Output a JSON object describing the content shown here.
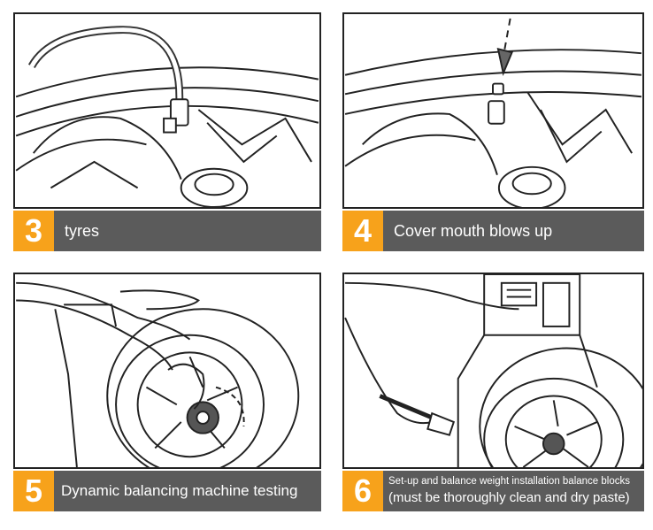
{
  "steps": [
    {
      "number": "3",
      "caption": "tyres"
    },
    {
      "number": "4",
      "caption": "Cover mouth blows up"
    },
    {
      "number": "5",
      "caption": "Dynamic balancing machine testing"
    },
    {
      "number": "6",
      "caption_line1": "Set-up and balance weight installation balance blocks",
      "caption_line2": "(must be thoroughly clean and dry paste)"
    }
  ],
  "colors": {
    "badge": "#f7a21b",
    "caption_bar": "#5b5b5b",
    "line_art": "#222222"
  }
}
